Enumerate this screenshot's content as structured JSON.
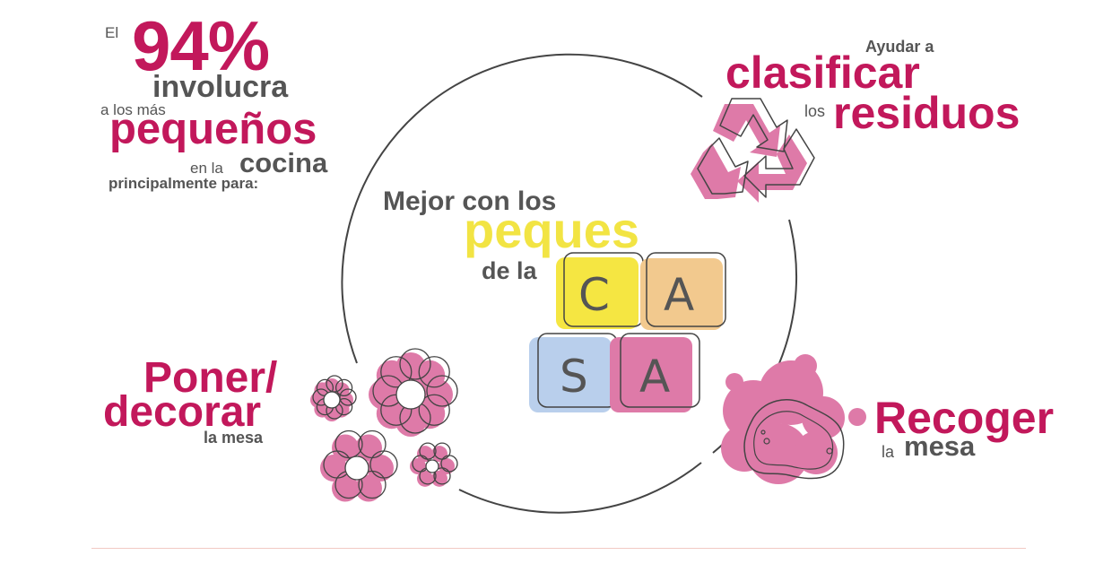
{
  "stat": {
    "prefix": "El",
    "percent": "94%",
    "verb": "involucra",
    "line2": "a los más",
    "subject": "pequeños",
    "line3": "en la",
    "place": "cocina",
    "line4": "principalmente para:"
  },
  "center": {
    "line1": "Mejor con los",
    "highlight": "peques",
    "line3": "de la",
    "tiles": [
      "C",
      "A",
      "S",
      "A"
    ]
  },
  "tasks": {
    "recycle": {
      "line1": "Ayudar a",
      "big1": "clasificar",
      "small2": "los",
      "big2": "residuos",
      "icon": "recycle-icon"
    },
    "decorate": {
      "big1": "Poner/",
      "big2": "decorar",
      "small": "la mesa",
      "icon": "flowers-icon"
    },
    "clear": {
      "big1": "Recoger",
      "small": "la",
      "big2": "mesa",
      "icon": "soap-sponge-icon"
    }
  },
  "colors": {
    "pink": "#c2185b",
    "pink_light": "#de7aa8",
    "yellow": "#f5e642",
    "orange": "#f2c98e",
    "blue": "#b9cfec",
    "gray": "#555555"
  }
}
